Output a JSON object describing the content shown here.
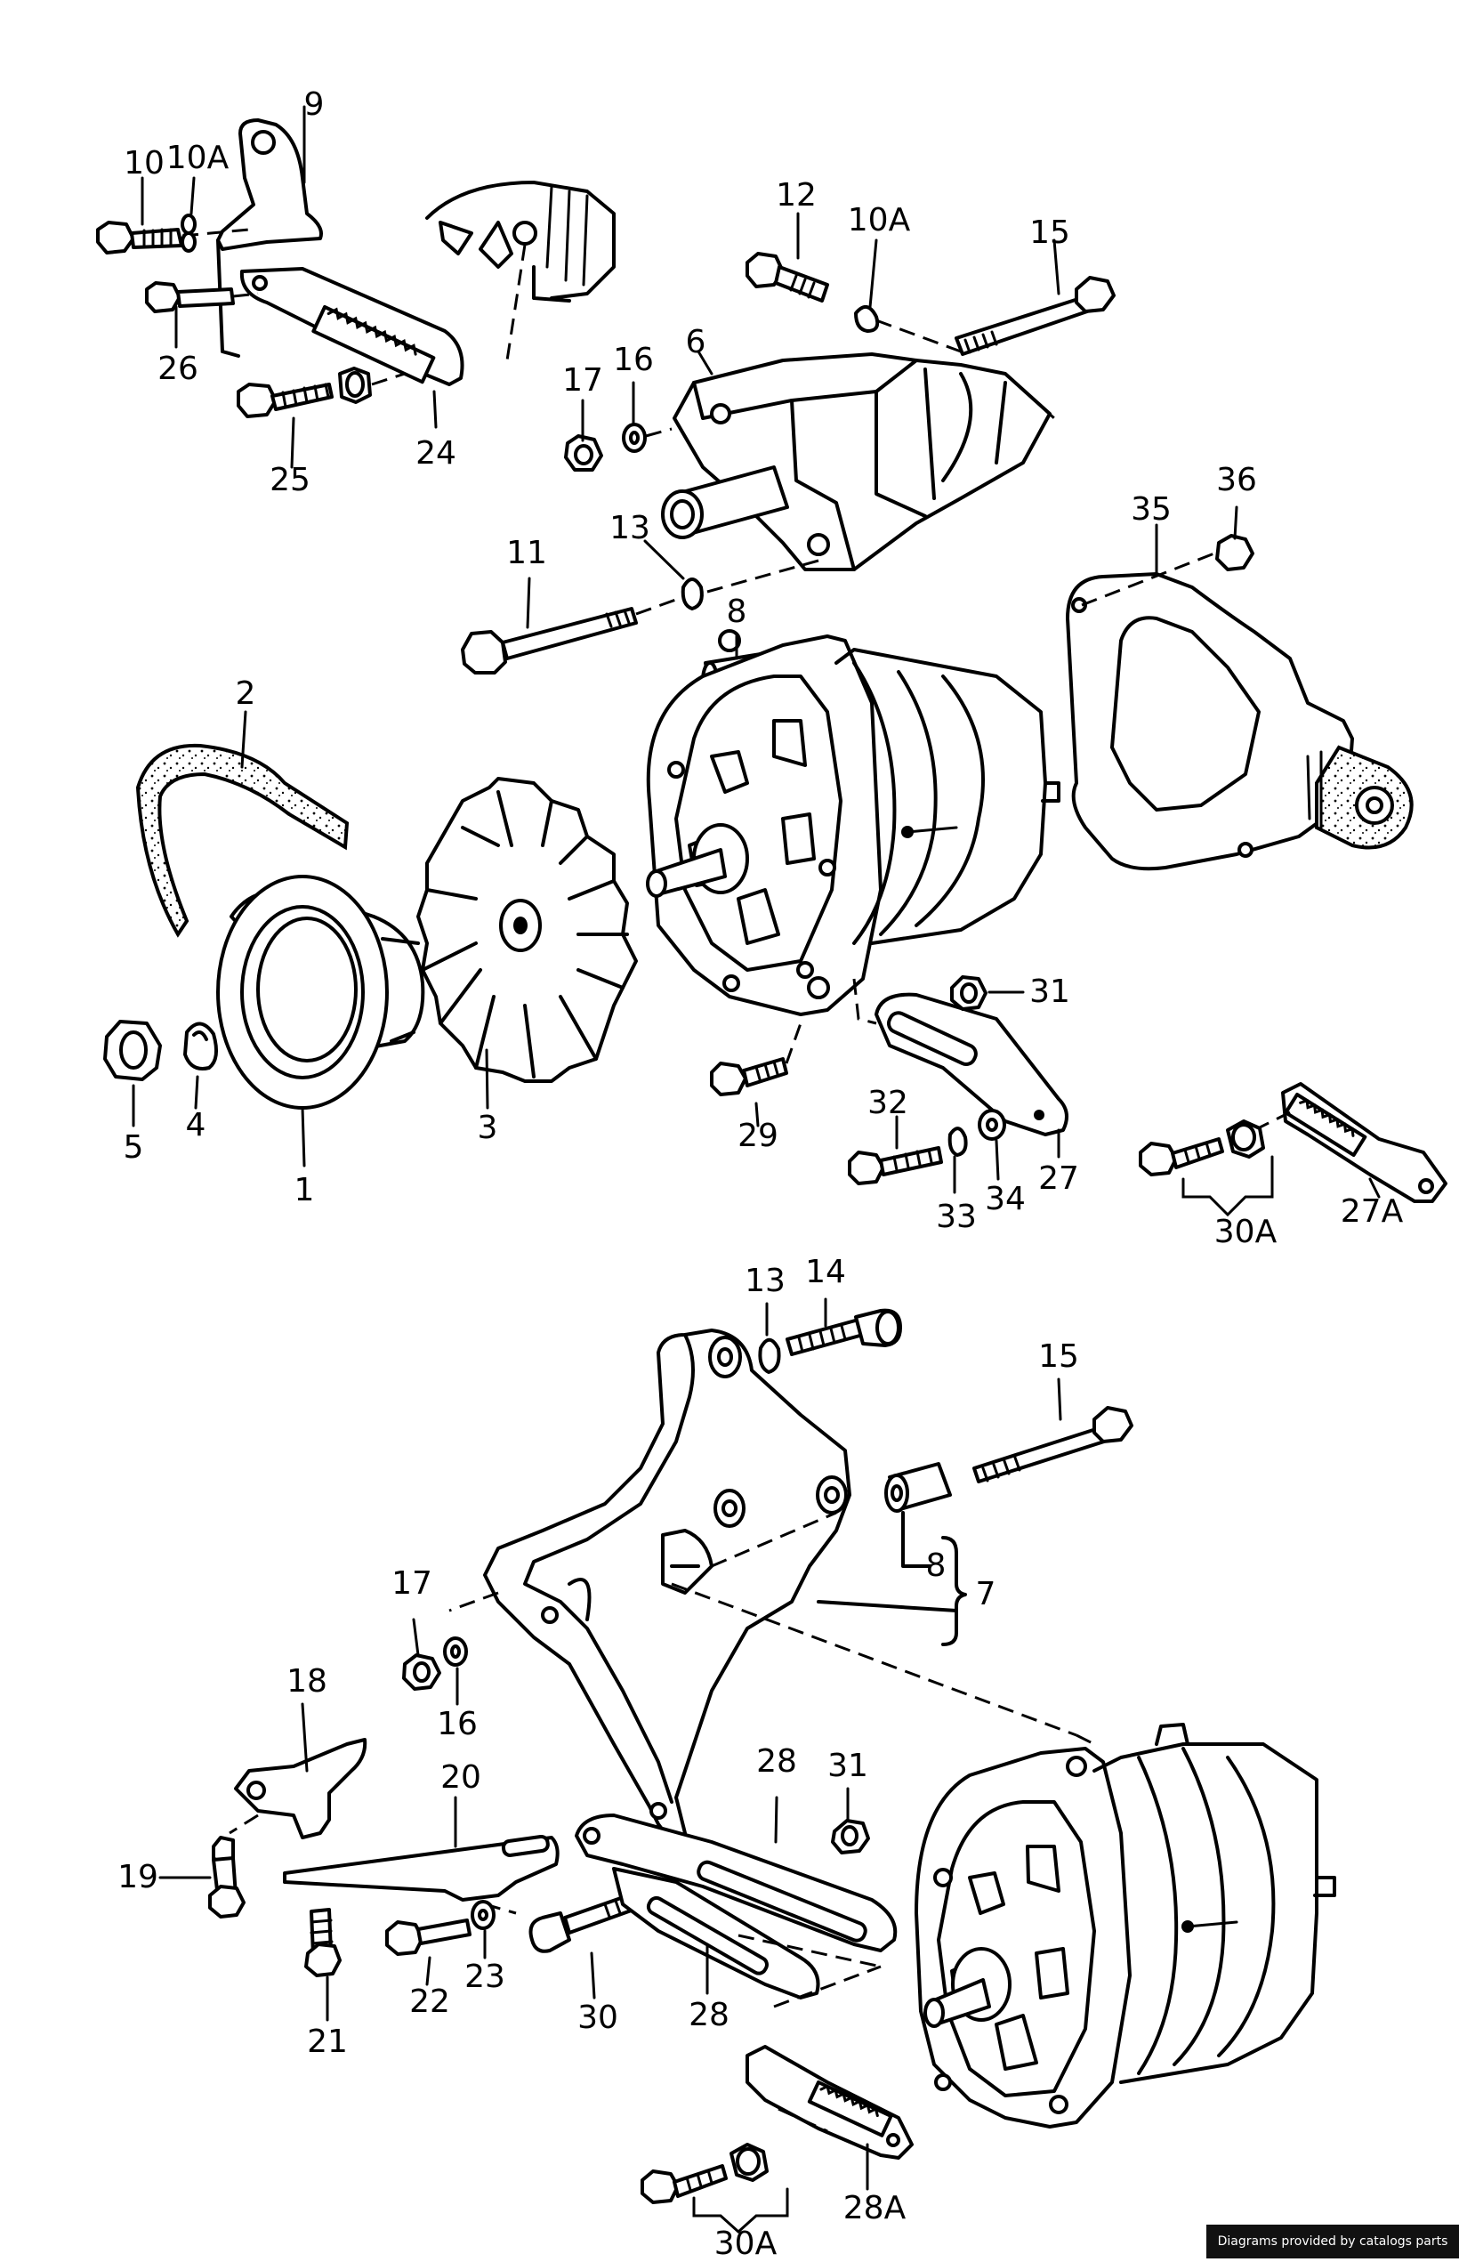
{
  "diagram": {
    "callouts": [
      {
        "id": "c-9",
        "text": "9"
      },
      {
        "id": "c-10-top",
        "text": "10"
      },
      {
        "id": "c-10a-top-left",
        "text": "10A"
      },
      {
        "id": "c-26",
        "text": "26"
      },
      {
        "id": "c-25",
        "text": "25"
      },
      {
        "id": "c-24",
        "text": "24"
      },
      {
        "id": "c-12",
        "text": "12"
      },
      {
        "id": "c-10a-top-right",
        "text": "10A"
      },
      {
        "id": "c-15-top",
        "text": "15"
      },
      {
        "id": "c-17-top",
        "text": "17"
      },
      {
        "id": "c-16-top",
        "text": "16"
      },
      {
        "id": "c-6",
        "text": "6"
      },
      {
        "id": "c-13-top",
        "text": "13"
      },
      {
        "id": "c-11",
        "text": "11"
      },
      {
        "id": "c-35",
        "text": "35"
      },
      {
        "id": "c-36",
        "text": "36"
      },
      {
        "id": "c-8-top",
        "text": "8"
      },
      {
        "id": "c-2",
        "text": "2"
      },
      {
        "id": "c-5",
        "text": "5"
      },
      {
        "id": "c-4",
        "text": "4"
      },
      {
        "id": "c-1",
        "text": "1"
      },
      {
        "id": "c-3",
        "text": "3"
      },
      {
        "id": "c-29",
        "text": "29"
      },
      {
        "id": "c-31-top",
        "text": "31"
      },
      {
        "id": "c-32",
        "text": "32"
      },
      {
        "id": "c-33",
        "text": "33"
      },
      {
        "id": "c-34",
        "text": "34"
      },
      {
        "id": "c-27",
        "text": "27"
      },
      {
        "id": "c-30a-top",
        "text": "30A"
      },
      {
        "id": "c-27a",
        "text": "27A"
      },
      {
        "id": "c-13-bottom",
        "text": "13"
      },
      {
        "id": "c-14",
        "text": "14"
      },
      {
        "id": "c-15-bottom",
        "text": "15"
      },
      {
        "id": "c-8-bottom",
        "text": "8"
      },
      {
        "id": "c-7",
        "text": "7"
      },
      {
        "id": "c-17-bottom",
        "text": "17"
      },
      {
        "id": "c-16-bottom",
        "text": "16"
      },
      {
        "id": "c-18",
        "text": "18"
      },
      {
        "id": "c-20",
        "text": "20"
      },
      {
        "id": "c-28-upper",
        "text": "28"
      },
      {
        "id": "c-31-bottom",
        "text": "31"
      },
      {
        "id": "c-19",
        "text": "19"
      },
      {
        "id": "c-22",
        "text": "22"
      },
      {
        "id": "c-23",
        "text": "23"
      },
      {
        "id": "c-30",
        "text": "30"
      },
      {
        "id": "c-28-lower",
        "text": "28"
      },
      {
        "id": "c-21",
        "text": "21"
      },
      {
        "id": "c-28a",
        "text": "28A"
      },
      {
        "id": "c-30a-bottom",
        "text": "30A"
      }
    ]
  },
  "footer": {
    "credit": "Diagrams provided by catalogs parts"
  }
}
